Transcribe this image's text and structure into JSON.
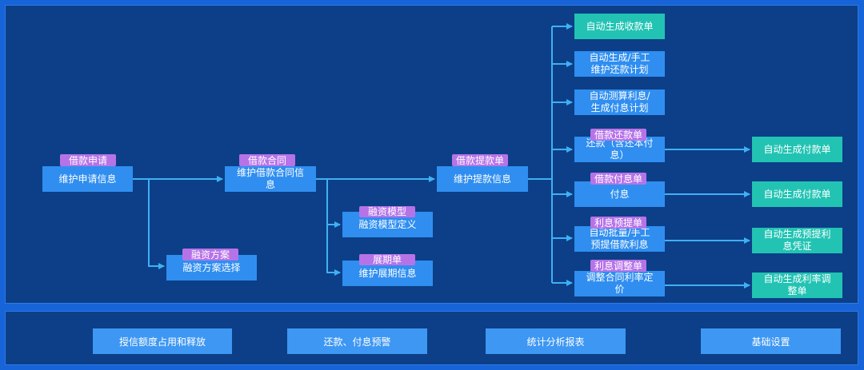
{
  "apply": {
    "tag": "借款申请",
    "box": "维护申请信息"
  },
  "plan": {
    "tag": "融资方案",
    "box": "融资方案选择"
  },
  "contract": {
    "tag": "借款合同",
    "box": "维护借款合同信\n息"
  },
  "model": {
    "tag": "融资模型",
    "box": "融资模型定义"
  },
  "extension": {
    "tag": "展期单",
    "box": "维护展期信息"
  },
  "draw": {
    "tag": "借款提款单",
    "box": "维护提款信息"
  },
  "branches": {
    "b1": {
      "box": "自动生成收款单"
    },
    "b2": {
      "box": "自动生成/手工\n维护还款计划"
    },
    "b3": {
      "box": "自动测算利息/\n生成付息计划"
    },
    "b4": {
      "tag": "借款还款单",
      "box": "还款（含还本付\n息）",
      "result": "自动生成付款单"
    },
    "b5": {
      "tag": "借款付息单",
      "box": "付息",
      "result": "自动生成付款单"
    },
    "b6": {
      "tag": "利息预提单",
      "box": "自动批量/手工\n预提借款利息",
      "result": "自动生成预提利\n息凭证"
    },
    "b7": {
      "tag": "利息调整单",
      "box": "调整合同利率定\n价",
      "result": "自动生成利率调\n整单"
    }
  },
  "bottom": [
    "授信额度占用和释放",
    "还款、付息预警",
    "统计分析报表",
    "基础设置"
  ]
}
